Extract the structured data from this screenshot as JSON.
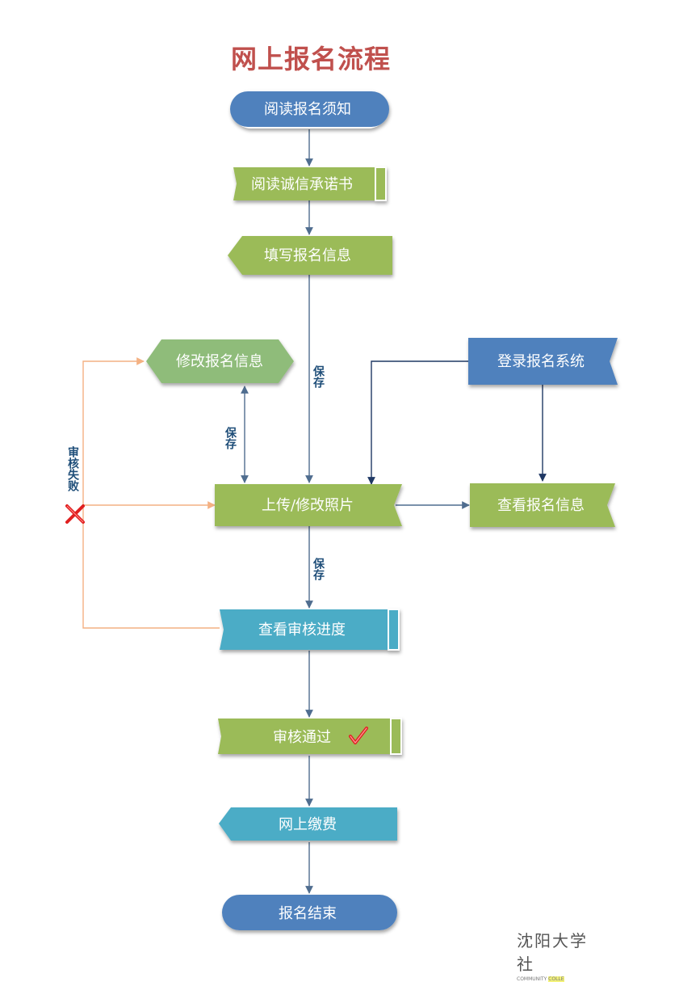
{
  "title": "网上报名流程",
  "nodes": {
    "read_notice": "阅读报名须知",
    "read_pledge": "阅读诚信承诺书",
    "fill_info": "填写报名信息",
    "modify_info": "修改报名信息",
    "login_system": "登录报名系统",
    "upload_photo": "上传/修改照片",
    "view_info": "查看报名信息",
    "check_progress": "查看审核进度",
    "audit_pass": "审核通过",
    "pay_online": "网上缴费",
    "end": "报名结束"
  },
  "edge_labels": {
    "save_main": "保存",
    "save_modify": "保存",
    "save_upload": "保存",
    "audit_fail": "审核失败"
  },
  "logo": {
    "name": "沈阳大学社",
    "sub_main": "COMMUNITY",
    "sub_highlight": "COLLE"
  },
  "colors": {
    "title": "#c0504d",
    "blue_node": "#4f81bd",
    "green_node": "#9bbb59",
    "teal_node": "#4bacc6",
    "soft_green_node": "#8fbc7a",
    "connector": "#4f6d8f",
    "fail_connector": "#f4b183",
    "fail_mark": "#e02020",
    "check_mark": "#e02020"
  }
}
